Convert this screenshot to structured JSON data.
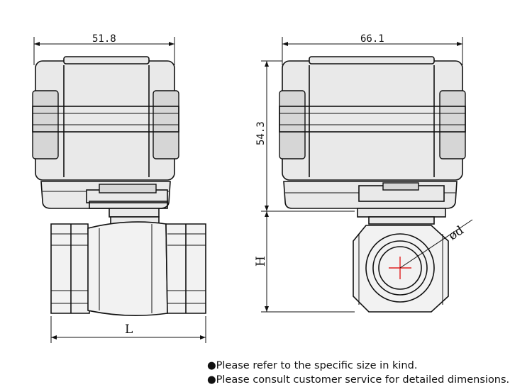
{
  "dimensions": {
    "width_left": "51.8",
    "width_right": "66.1",
    "height_actuator": "54.3",
    "height_body": "H",
    "length": "L",
    "port_diameter": "ød"
  },
  "notes": [
    "●Please refer to the specific size in kind.",
    "●Please consult customer service for detailed dimensions."
  ],
  "colors": {
    "line": "#111111",
    "center_mark": "#e02020"
  }
}
